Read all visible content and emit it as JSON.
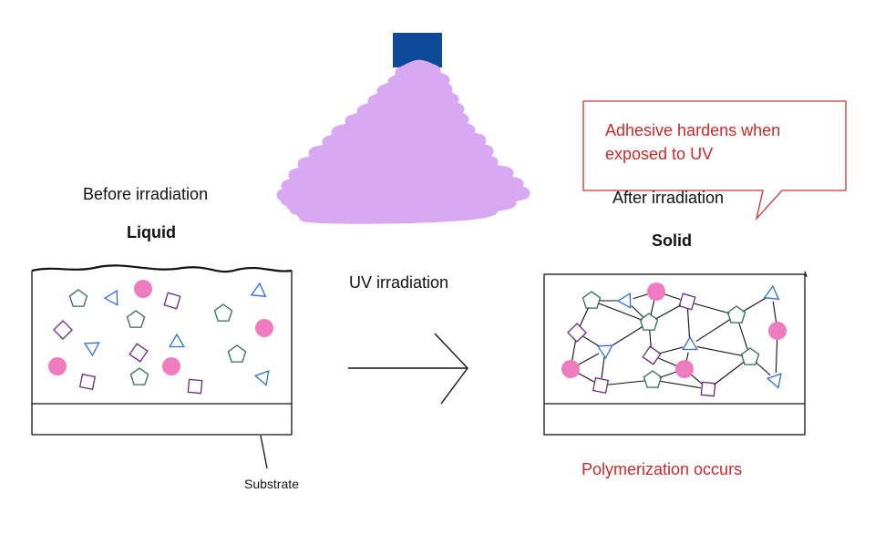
{
  "labels": {
    "before_irradiation": "Before irradiation",
    "liquid": "Liquid",
    "uv_irradiation": "UV irradiation",
    "after_irradiation": "After irradiation",
    "solid": "Solid",
    "substrate": "Substrate",
    "polymerization": "Polymerization occurs",
    "callout": "Adhesive hardens when exposed to UV"
  },
  "colors": {
    "uv_lamp": "#0d4a9a",
    "uv_light": "#d8a8f2",
    "monomer_circle": "#f07cc0",
    "triangle": "#2f6fd0",
    "pentagon": "#2e6b55",
    "square": "#6b2a7e",
    "accent_text": "#cc2a2a",
    "outline": "#111111"
  },
  "icons": {
    "lamp": "uv-lamp-icon",
    "arrow": "right-arrow-icon"
  }
}
